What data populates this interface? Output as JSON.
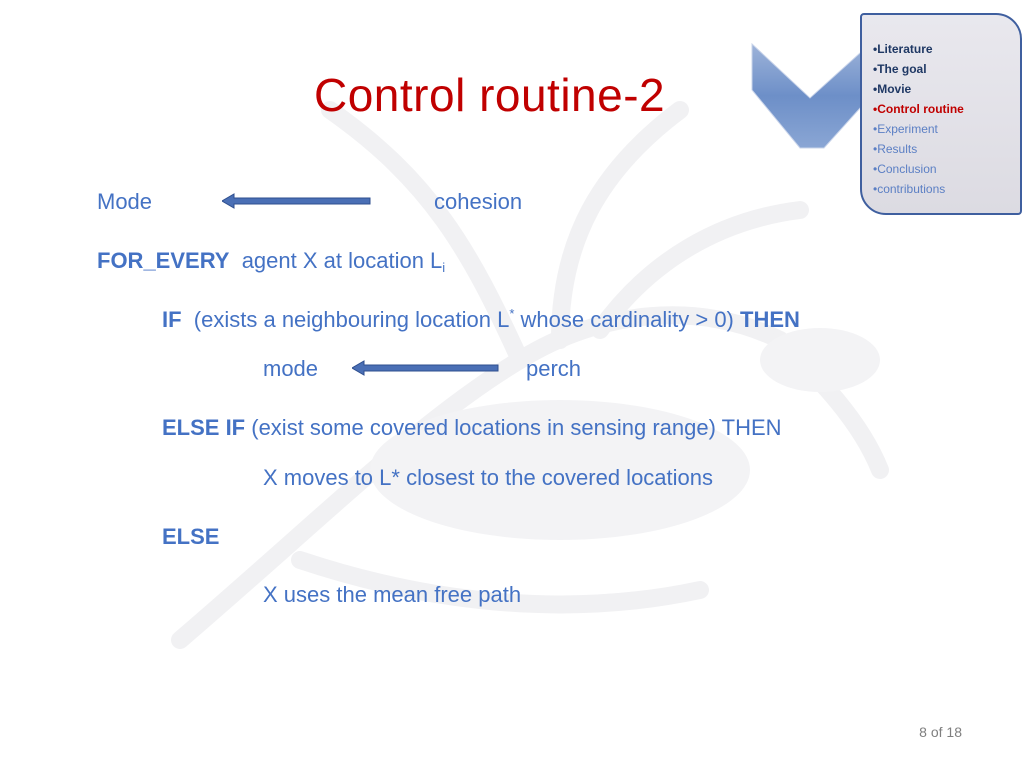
{
  "slide": {
    "title": "Control routine-2"
  },
  "outline": {
    "items": [
      {
        "label": "•Literature",
        "state": "done"
      },
      {
        "label": "•The goal",
        "state": "done"
      },
      {
        "label": "•Movie",
        "state": "done"
      },
      {
        "label": "•Control routine",
        "state": "current"
      },
      {
        "label": "•Experiment",
        "state": "todo"
      },
      {
        "label": "•Results",
        "state": "todo"
      },
      {
        "label": "•Conclusion",
        "state": "todo"
      },
      {
        "label": "•contributions",
        "state": "todo"
      }
    ]
  },
  "body": {
    "mode_line": {
      "left": "Mode",
      "right": "cohesion"
    },
    "for_every": {
      "keyword": "FOR_EVERY",
      "text": "agent X at location L",
      "subscript": "i"
    },
    "if_line": {
      "keyword": "IF",
      "text_before": "(exists a neighbouring location L",
      "superscript": "*",
      "text_after": " whose cardinality  > 0) ",
      "then": "THEN"
    },
    "mode_perch": {
      "left": "mode",
      "right": "perch"
    },
    "else_if_line": {
      "keyword": "ELSE IF",
      "text": "(exist  some covered locations in sensing range) THEN"
    },
    "moves_line": "X moves to L* closest to the covered locations",
    "else_line": {
      "keyword": "ELSE"
    },
    "mean_line": "X uses the mean free path"
  },
  "footer": {
    "page_number": "8 of 18"
  },
  "colors": {
    "title": "#c00000",
    "body_text": "#4472c4",
    "arrow": "#4a6fb5",
    "outline_done": "#1f3864",
    "outline_current": "#c00000",
    "outline_todo": "#5b7fc4"
  }
}
